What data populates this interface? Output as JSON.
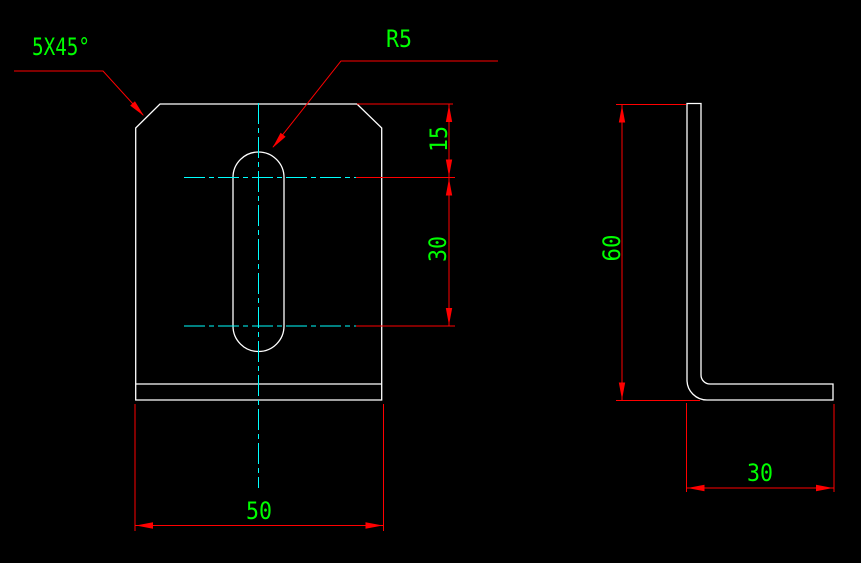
{
  "colors": {
    "background": "#000000",
    "outline": "#FFFFFF",
    "dimension": "#FF0000",
    "centerline": "#00FFFF",
    "text": "#00FF00"
  },
  "labels": {
    "chamfer": "5X45°",
    "radius": "R5"
  },
  "front_view": {
    "dim_slot_top": "15",
    "dim_slot_span": "30",
    "dim_width": "50"
  },
  "side_view": {
    "dim_height": "60",
    "dim_depth": "30"
  }
}
